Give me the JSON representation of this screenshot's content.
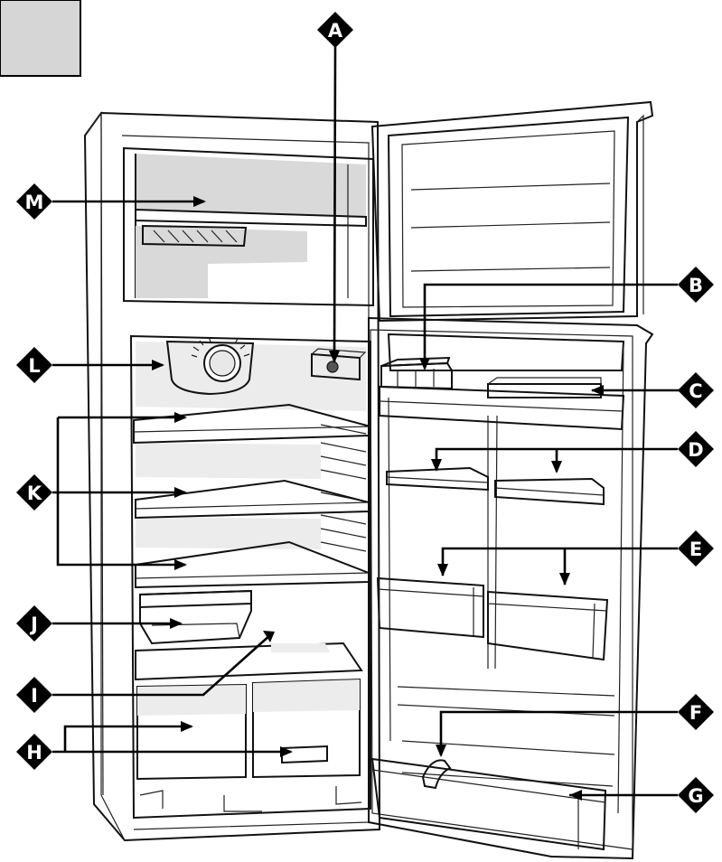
{
  "callouts": [
    {
      "id": "A",
      "label": "A",
      "part": "lamp-unit"
    },
    {
      "id": "B",
      "label": "B",
      "part": "egg-tray"
    },
    {
      "id": "C",
      "label": "C",
      "part": "butter-compartment"
    },
    {
      "id": "D",
      "label": "D",
      "part": "upper-door-shelves"
    },
    {
      "id": "E",
      "label": "E",
      "part": "middle-door-shelves"
    },
    {
      "id": "F",
      "label": "F",
      "part": "bottle-holder"
    },
    {
      "id": "G",
      "label": "G",
      "part": "bottle-shelf"
    },
    {
      "id": "H",
      "label": "H",
      "part": "crisper-drawers"
    },
    {
      "id": "I",
      "label": "I",
      "part": "crisper-cover"
    },
    {
      "id": "J",
      "label": "J",
      "part": "chiller-tray"
    },
    {
      "id": "K",
      "label": "K",
      "part": "glass-shelves"
    },
    {
      "id": "L",
      "label": "L",
      "part": "thermostat-knob"
    },
    {
      "id": "M",
      "label": "M",
      "part": "freezer-compartment"
    }
  ],
  "colors": {
    "ink": "#000000",
    "panel": "#d9d9d9",
    "paper": "#ffffff"
  }
}
